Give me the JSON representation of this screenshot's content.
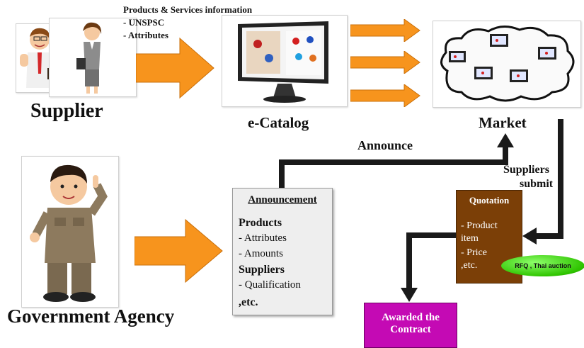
{
  "header_info": {
    "title": "Products & Services information",
    "items": [
      "- UNSPSC",
      "- Attributes"
    ]
  },
  "nodes": {
    "supplier": "Supplier",
    "ecatalog": "e-Catalog",
    "market": "Market",
    "government": "Government Agency"
  },
  "flow_labels": {
    "announce": "Announce",
    "suppliers_submit_1": "Suppliers",
    "suppliers_submit_2": "submit"
  },
  "announcement": {
    "title": "Announcement",
    "products": "Products",
    "attributes": "- Attributes",
    "amounts": "- Amounts",
    "suppliers": "Suppliers",
    "qualification": "- Qualification",
    "etc": ",etc."
  },
  "quotation": {
    "title": "Quotation",
    "line1": "- Product",
    "line2": "item",
    "line3": "- Price",
    "line4": ",etc.",
    "badge": "RFQ , Thai auction"
  },
  "awarded": {
    "line1": "Awarded the",
    "line2": "Contract"
  },
  "colors": {
    "orange_arrow": "#f7941d",
    "flow_line": "#1a1a1a",
    "quotation_bg": "#7b3f07",
    "awarded_bg": "#c40ab4",
    "badge_green": "#2fc400"
  }
}
